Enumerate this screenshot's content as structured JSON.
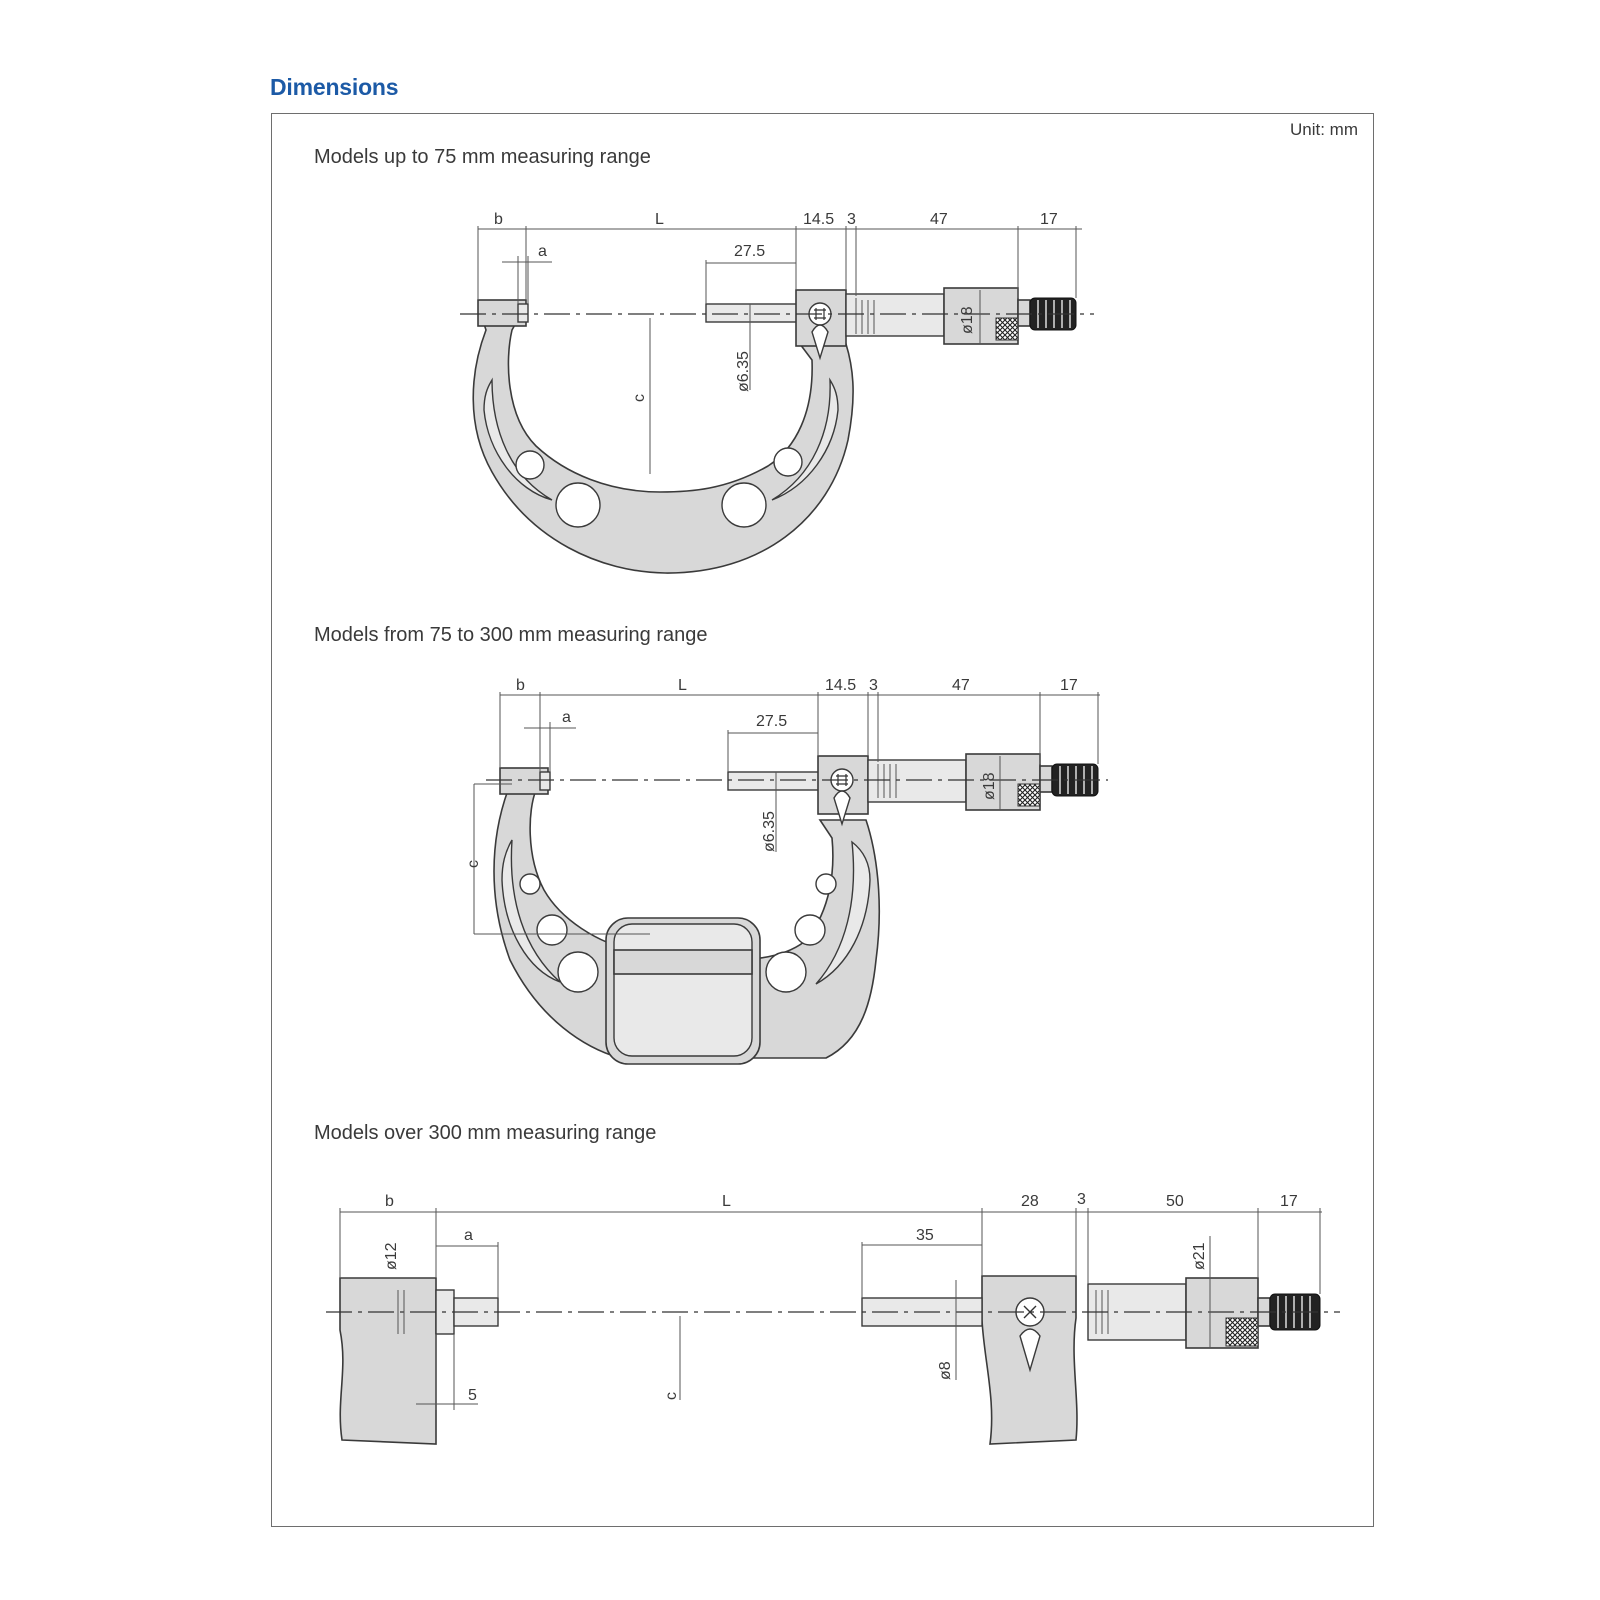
{
  "title": "Dimensions",
  "unit_label": "Unit: mm",
  "sections": [
    {
      "caption": "Models up to 75 mm measuring range",
      "labels": {
        "b": "b",
        "L": "L",
        "spindle_len": "14.5",
        "gap": "3",
        "sleeve": "47",
        "ratchet": "17",
        "a": "a",
        "anvil_ext": "27.5",
        "spindle_dia": "ø6.35",
        "c": "c",
        "thimble_dia": "ø18"
      }
    },
    {
      "caption": "Models from 75 to 300 mm measuring range",
      "labels": {
        "b": "b",
        "L": "L",
        "spindle_len": "14.5",
        "gap": "3",
        "sleeve": "47",
        "ratchet": "17",
        "a": "a",
        "anvil_ext": "27.5",
        "spindle_dia": "ø6.35",
        "c": "c",
        "thimble_dia": "ø18"
      }
    },
    {
      "caption": "Models over 300 mm measuring range",
      "labels": {
        "b": "b",
        "L": "L",
        "spindle_len": "28",
        "gap": "3",
        "sleeve": "50",
        "ratchet": "17",
        "a": "a",
        "anvil_ext": "35",
        "anvil_dia": "ø12",
        "offset": "5",
        "c": "c",
        "spindle_dia": "ø8",
        "thimble_dia": "ø21"
      }
    }
  ],
  "colors": {
    "heading": "#1c5aa6",
    "body_fill": "#d8d8d8",
    "outline": "#3a3a3a"
  }
}
